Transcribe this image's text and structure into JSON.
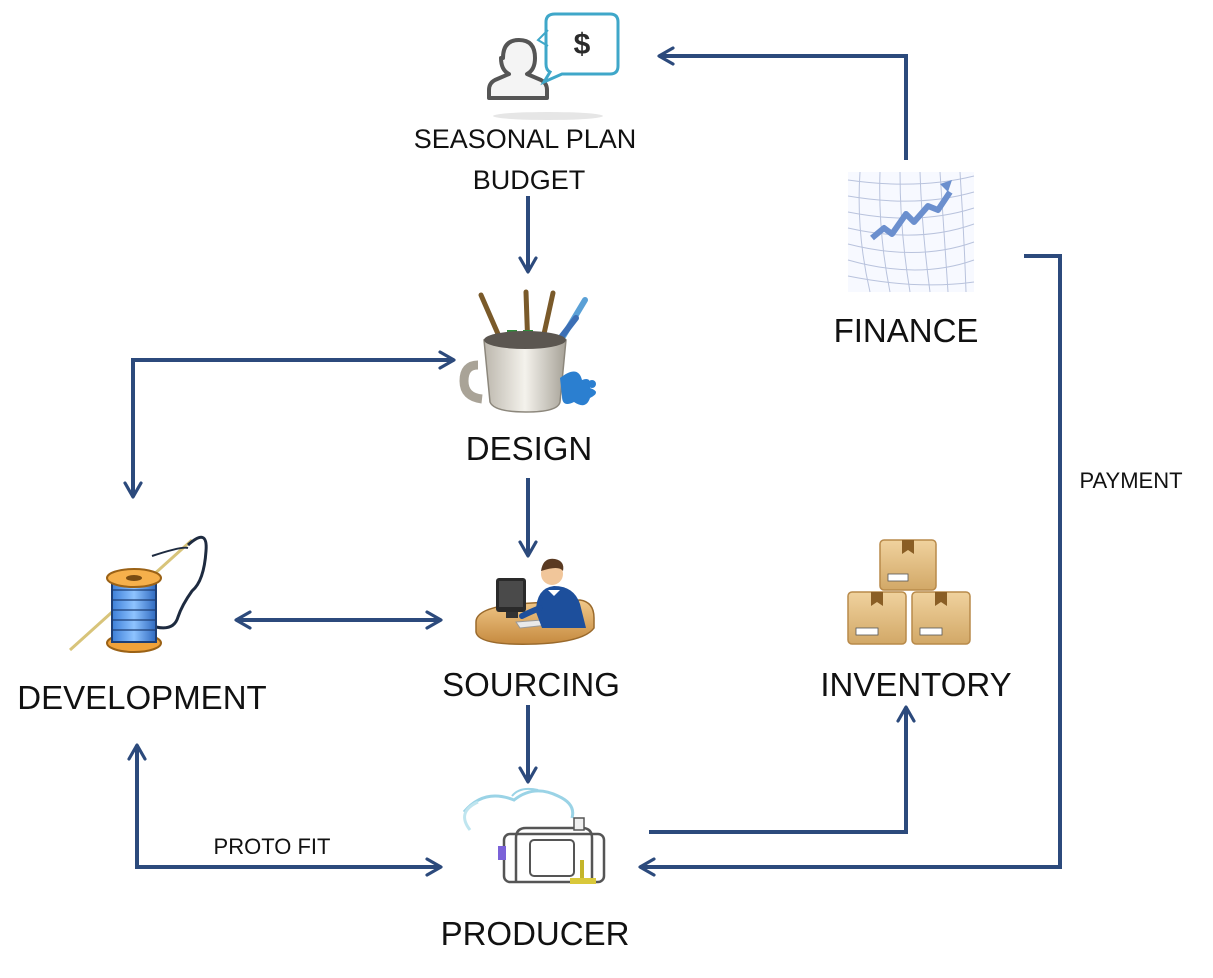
{
  "nodes": {
    "seasonal_plan": {
      "line1": "SEASONAL PLAN",
      "line2": "BUDGET",
      "icon": "budget-person-dollar-icon"
    },
    "design": {
      "label": "DESIGN",
      "icon": "paint-brushes-mug-icon"
    },
    "development": {
      "label": "DEVELOPMENT",
      "icon": "thread-spool-needle-icon"
    },
    "sourcing": {
      "label": "SOURCING",
      "icon": "person-at-computer-desk-icon"
    },
    "producer": {
      "label": "PRODUCER",
      "icon": "sewing-machine-icon"
    },
    "finance": {
      "label": "FINANCE",
      "icon": "rising-chart-grid-icon"
    },
    "inventory": {
      "label": "INVENTORY",
      "icon": "stacked-boxes-icon"
    }
  },
  "edges": {
    "proto_fit": "PROTO FIT",
    "payment": "PAYMENT"
  },
  "colors": {
    "arrow": "#2c4a7c",
    "text": "#111111"
  }
}
